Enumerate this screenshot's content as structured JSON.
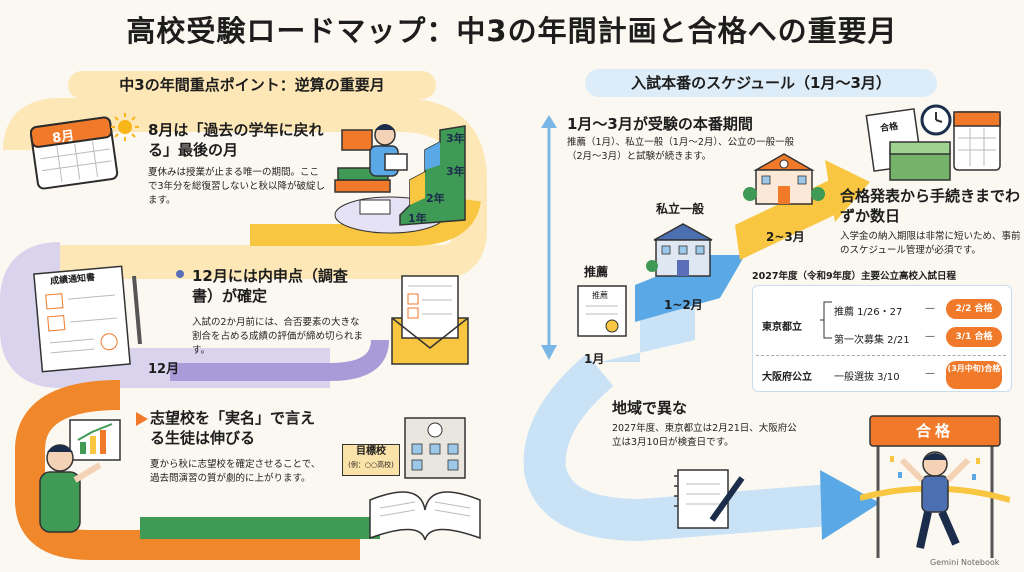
{
  "title": "高校受験ロードマップ：中3の年間計画と合格への重要月",
  "left": {
    "header": "中3の年間重点ポイント：逆算の重要月",
    "sections": [
      {
        "calendar": "8月",
        "heading": "8月は「過去の学年に戻れる」最後の月",
        "body": "夏休みは授業が止まる唯一の期間。ここで3年分を総復習しないと秋以降が破綻します。"
      },
      {
        "heading": "12月には内申点（調査書）が確定",
        "body": "入試の2か月前には、合否要素の大きな割合を占める成績の評価が締め切られます。",
        "month_label": "12月",
        "report_title": "成績通知書"
      },
      {
        "heading": "志望校を「実名」で言える生徒は伸びる",
        "body": "夏から秋に志望校を確定させることで、過去問演習の質が劇的に上がります。",
        "sign_main": "目標校",
        "sign_sub": "(例：○○高校)"
      }
    ],
    "stairs": [
      "1年",
      "2年",
      "3年",
      "3年"
    ]
  },
  "right": {
    "header": "入試本番のスケジュール（1月〜3月）",
    "period_heading": "1月〜3月が受験の本番期間",
    "period_body": "推薦（1月）、私立一般（1月〜2月）、公立の一般一般（2月〜3月）と試験が続きます。",
    "steps": [
      {
        "label": "推薦",
        "doc": "推薦",
        "month": "1月"
      },
      {
        "label": "私立一般",
        "month": "1~2月"
      },
      {
        "month": "2~3月"
      }
    ],
    "pass_heading": "合格発表から手続きまでわずか数日",
    "pass_body": "入学金の納入期限は非常に短いため、事前のスケジュール管理が必須です。",
    "money_label": "合格",
    "schedule_title": "2027年度（令和9年度）主要公立高校入試日程",
    "schedule": [
      {
        "region": "東京都立",
        "items": [
          {
            "exam": "推薦 1/26・27",
            "result": "2/2 合格"
          },
          {
            "exam": "第一次募集 2/21",
            "result": "3/1 合格"
          }
        ]
      },
      {
        "region": "大阪府公立",
        "items": [
          {
            "exam": "一般選抜 3/10",
            "result": "(3月中旬)合格"
          }
        ]
      }
    ],
    "region_heading": "地域で異な",
    "region_body": "2027年度、東京都立は2月21日、大阪府公立は3月10日が検査日です。",
    "goal_banner": "合格"
  },
  "footer": "Gemini Notebook",
  "colors": {
    "orange": "#f0872a",
    "yellow": "#f8c640",
    "purple": "#d9d3ee",
    "green": "#3f9a55",
    "blue": "#5aa9e6",
    "lightblue": "#c9e2f6"
  }
}
